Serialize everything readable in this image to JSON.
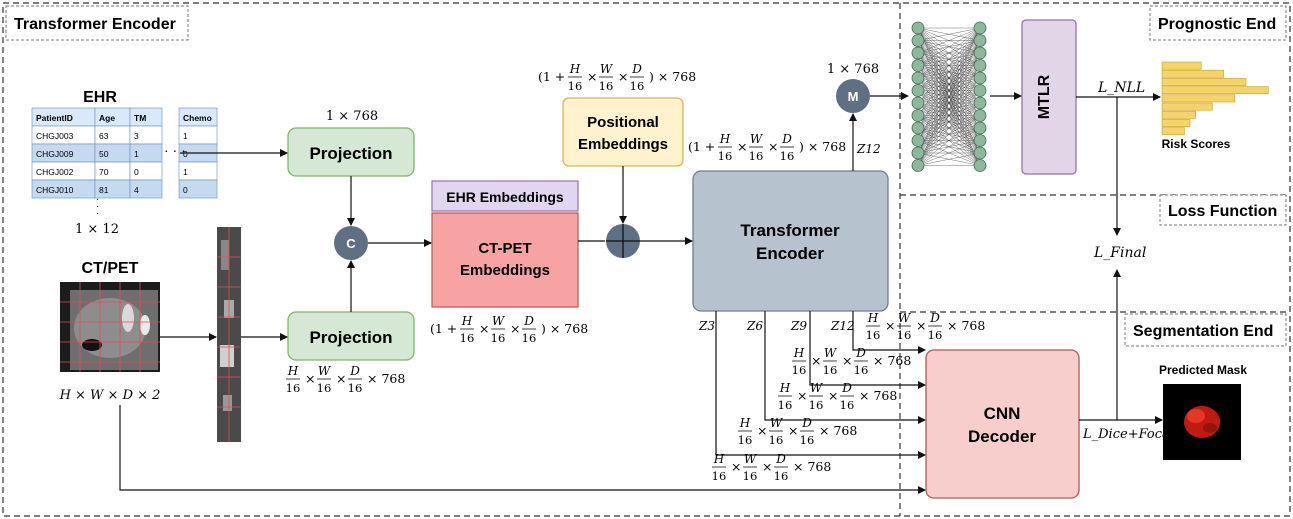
{
  "sections": {
    "encoder": "Transformer Encoder",
    "prognostic": "Prognostic End",
    "loss": "Loss Function",
    "segmentation": "Segmentation End"
  },
  "ehr": {
    "title": "EHR",
    "headers": [
      "PatientID",
      "Age",
      "TM",
      "Chemo"
    ],
    "rows": [
      [
        "CHGJ003",
        "63",
        "3",
        "1"
      ],
      [
        "CHGJ009",
        "50",
        "1",
        "0"
      ],
      [
        "CHGJ002",
        "70",
        "0",
        "1"
      ],
      [
        "CHGJ010",
        "81",
        "4",
        "0"
      ]
    ],
    "dims": "1 × 12"
  },
  "ctpet": {
    "title": "CT/PET",
    "dims": "H × W × D × 2"
  },
  "blocks": {
    "projection_top": "Projection",
    "projection_bottom": "Projection",
    "concat": "C",
    "ehr_embeddings": "EHR Embeddings",
    "ctpet_embeddings_1": "CT-PET",
    "ctpet_embeddings_2": "Embeddings",
    "positional_1": "Positional",
    "positional_2": "Embeddings",
    "transformer_1": "Transformer",
    "transformer_2": "Encoder",
    "m": "M",
    "mtlr": "MTLR",
    "cnn_1": "CNN",
    "cnn_2": "Decoder",
    "risk_scores": "Risk Scores",
    "predicted_mask": "Predicted Mask"
  },
  "annotations": {
    "proj_top_dim": "1 × 768",
    "m_dim": "1 × 768",
    "pos_dim": "(1 + H/16 × W/16 × D/16) × 768",
    "enc_in_dim": "(1 + H/16 × W/16 × D/16) × 768",
    "ctpet_dim": "(1 + H/16 × W/16 × D/16) × 768",
    "proj_bottom_dim": "H/16 × W/16 × D/16 × 768",
    "z12_out": "Z12",
    "z3": "Z3",
    "z6": "Z6",
    "z9": "Z9",
    "z12": "Z12",
    "skip_dim": "H/16 × W/16 × D/16 × 768"
  },
  "losses": {
    "nll": "L_NLL",
    "final": "L_Final",
    "dice_focal": "L_Dice+Focal"
  },
  "risk_bar_values": [
    0.35,
    0.55,
    0.75,
    0.95,
    0.65,
    0.45,
    0.3,
    0.25,
    0.2
  ],
  "colors": {
    "projection_fill": "#d5e8d4",
    "projection_stroke": "#82b366",
    "ctpet_fill": "#f8a3a3",
    "ctpet_stroke": "#b85450",
    "ehr_emb_fill": "#e1d5f0",
    "ehr_emb_stroke": "#9673a6",
    "positional_fill": "#fff2cc",
    "positional_stroke": "#d6b656",
    "transformer_fill": "#b6c3cf",
    "transformer_stroke": "#6c7f91",
    "circle_fill": "#5f6f84",
    "mtlr_fill": "#e1d5e7",
    "mtlr_stroke": "#9673a6",
    "cnn_fill": "#f8cecc",
    "cnn_stroke": "#b85450",
    "node_fill": "#8fb79b",
    "bar_fill": "#f5d36b"
  }
}
